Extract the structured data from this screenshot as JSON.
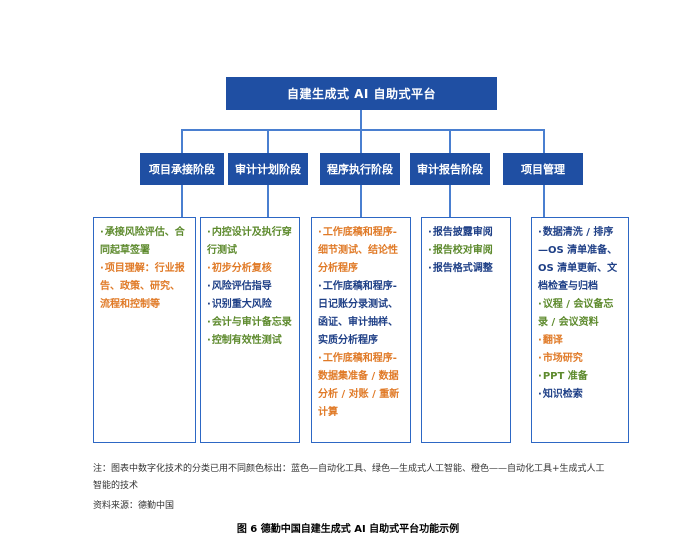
{
  "top": {
    "title": "自建生成式 AI 自助式平台"
  },
  "stages": [
    {
      "label": "项目承接阶段"
    },
    {
      "label": "审计计划阶段"
    },
    {
      "label": "程序执行阶段"
    },
    {
      "label": "审计报告阶段"
    },
    {
      "label": "项目管理"
    }
  ],
  "panels": [
    {
      "items": [
        {
          "text": "承接风险评估、合同起草签署",
          "color": "green"
        },
        {
          "text": "项目理解：行业报告、政策、研究、流程和控制等",
          "color": "orange"
        }
      ]
    },
    {
      "items": [
        {
          "text": "内控设计及执行穿行测试",
          "color": "green"
        },
        {
          "text": "初步分析复核",
          "color": "orange"
        },
        {
          "text": "风险评估指导",
          "color": "blue"
        },
        {
          "text": "识别重大风险",
          "color": "blue"
        },
        {
          "text": "会计与审计备忘录",
          "color": "green"
        },
        {
          "text": "控制有效性测试",
          "color": "green"
        }
      ]
    },
    {
      "items": [
        {
          "text": "工作底稿和程序-细节测试、结论性分析程序",
          "color": "orange"
        },
        {
          "text": "工作底稿和程序-日记账分录测试、函证、审计抽样、实质分析程序",
          "color": "blue"
        },
        {
          "text": "工作底稿和程序-数据集准备 / 数据分析 / 对账 / 重新计算",
          "color": "orange"
        }
      ]
    },
    {
      "items": [
        {
          "text": "报告披露审阅",
          "color": "blue"
        },
        {
          "text": "报告校对审阅",
          "color": "green"
        },
        {
          "text": "报告格式调整",
          "color": "blue"
        }
      ]
    },
    {
      "items": [
        {
          "text": "数据清洗 / 排序—OS 清单准备、OS 清单更新、文档检查与归档",
          "color": "blue"
        },
        {
          "text": "议程 / 会议备忘录 / 会议资料",
          "color": "green"
        },
        {
          "text": "翻译",
          "color": "orange"
        },
        {
          "text": "市场研究",
          "color": "orange"
        },
        {
          "text": "PPT 准备",
          "color": "green"
        },
        {
          "text": "知识检索",
          "color": "blue"
        }
      ]
    }
  ],
  "colors": {
    "blue": "#1e3f86",
    "green": "#5d8a2d",
    "orange": "#e07a27",
    "box": "#1f4fa3"
  },
  "note": "注：图表中数字化技术的分类已用不同颜色标出：蓝色—自动化工具、绿色—生成式人工智能、橙色——自动化工具+生成式人工智能的技术",
  "source": "资料来源：德勤中国",
  "caption": "图 6  德勤中国自建生成式 AI 自助式平台功能示例"
}
